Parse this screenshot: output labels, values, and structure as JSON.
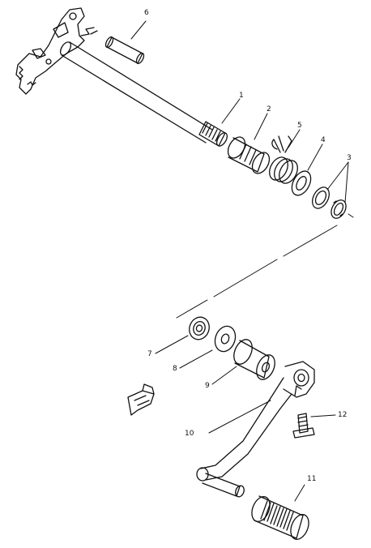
{
  "diagram": {
    "parts": [
      {
        "id": "part-1",
        "number": "1"
      },
      {
        "id": "part-2",
        "number": "2"
      },
      {
        "id": "part-3",
        "number": "3"
      },
      {
        "id": "part-4",
        "number": "4"
      },
      {
        "id": "part-5",
        "number": "5"
      },
      {
        "id": "part-6",
        "number": "6"
      },
      {
        "id": "part-7",
        "number": "7"
      },
      {
        "id": "part-8",
        "number": "8"
      },
      {
        "id": "part-9",
        "number": "9"
      },
      {
        "id": "part-10",
        "number": "10"
      },
      {
        "id": "part-11",
        "number": "11"
      },
      {
        "id": "part-12",
        "number": "12"
      }
    ]
  },
  "colors": {
    "ink": "#111111",
    "paper": "#ffffff"
  }
}
